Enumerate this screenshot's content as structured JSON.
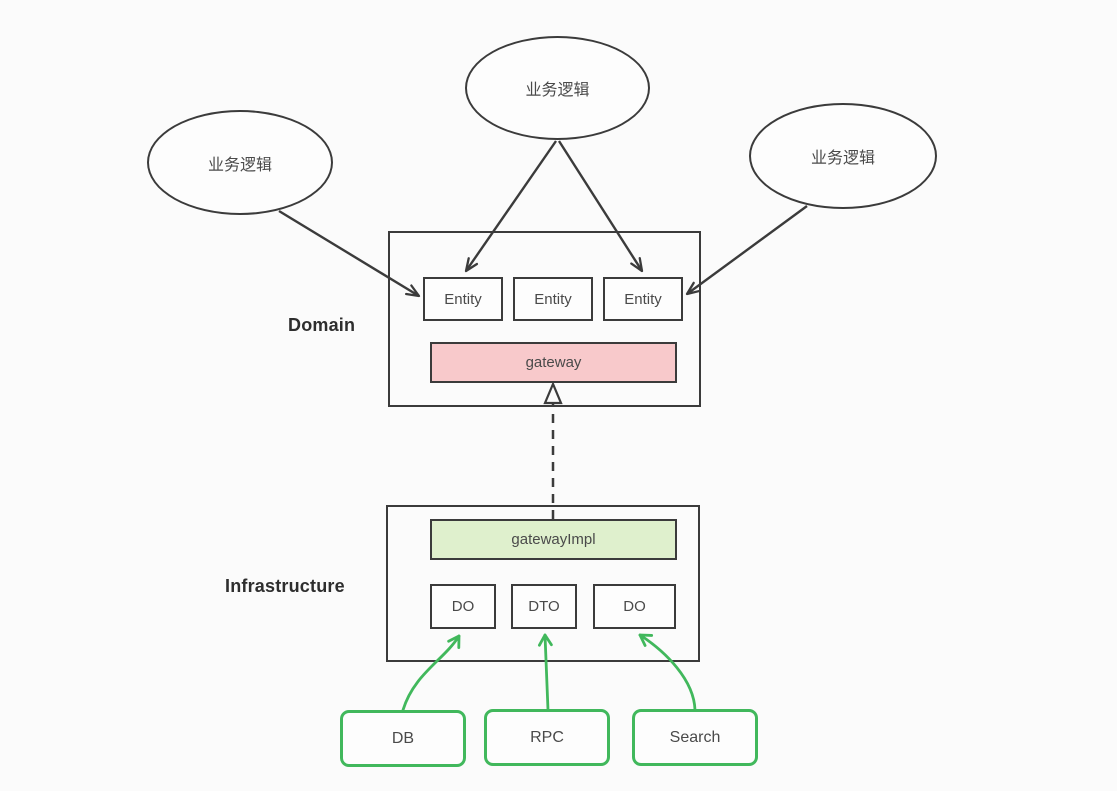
{
  "diagram": {
    "business_logic_nodes": [
      {
        "position": "left",
        "label": "业务逻辑"
      },
      {
        "position": "top",
        "label": "业务逻辑"
      },
      {
        "position": "right",
        "label": "业务逻辑"
      }
    ],
    "domain": {
      "label": "Domain",
      "entities": [
        {
          "label": "Entity"
        },
        {
          "label": "Entity"
        },
        {
          "label": "Entity"
        }
      ],
      "gateway": {
        "label": "gateway",
        "fill": "#f8c9cb"
      }
    },
    "infrastructure": {
      "label": "Infrastructure",
      "gateway_impl": {
        "label": "gatewayImpl",
        "fill": "#dff0cd"
      },
      "data_objects": [
        {
          "label": "DO"
        },
        {
          "label": "DTO"
        },
        {
          "label": "DO"
        }
      ]
    },
    "datasources": [
      {
        "label": "DB"
      },
      {
        "label": "RPC"
      },
      {
        "label": "Search"
      }
    ],
    "colors": {
      "background": "#fbfbfb",
      "dark_stroke": "#3b3b3b",
      "green_stroke": "#41b85c",
      "gateway_fill": "#f8c9cb",
      "gateway_impl_fill": "#dff0cd"
    }
  }
}
